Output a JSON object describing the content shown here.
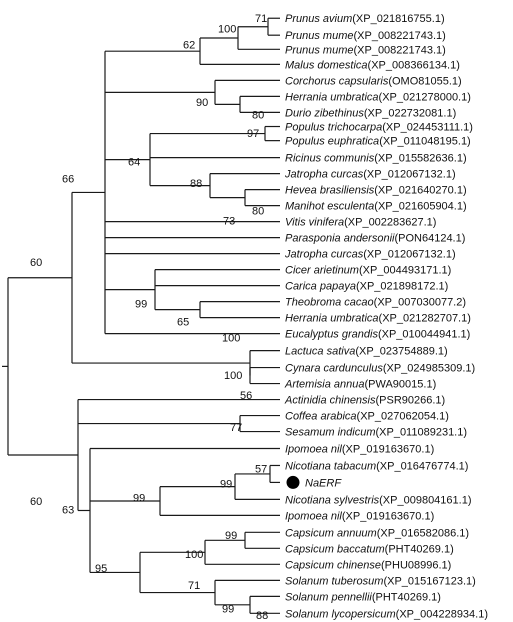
{
  "tips": [
    {
      "species": "Prunus avium",
      "accession": "(XP_021816755.1)"
    },
    {
      "species": "Prunus mume",
      "accession": "(XP_008221743.1)"
    },
    {
      "species": "Prunus mume",
      "accession": "(XP_008221743.1)"
    },
    {
      "species": "Malus domestica",
      "accession": "(XP_008366134.1)"
    },
    {
      "species": "Corchorus capsularis",
      "accession": "(OMO81055.1)"
    },
    {
      "species": "Herrania umbratica",
      "accession": "(XP_021278000.1)"
    },
    {
      "species": "Durio zibethinus",
      "accession": "(XP_022732081.1)"
    },
    {
      "species": "Populus trichocarpa",
      "accession": "(XP_024453111.1)"
    },
    {
      "species": "Populus euphratica",
      "accession": "(XP_011048195.1)"
    },
    {
      "species": "Ricinus communis",
      "accession": "(XP_015582636.1)"
    },
    {
      "species": "Jatropha curcas",
      "accession": "(XP_012067132.1)"
    },
    {
      "species": "Hevea brasiliensis",
      "accession": "(XP_021640270.1)"
    },
    {
      "species": "Manihot esculenta",
      "accession": "(XP_021605904.1)"
    },
    {
      "species": "Vitis vinifera",
      "accession": "(XP_002283627.1)"
    },
    {
      "species": "Parasponia andersonii",
      "accession": "(PON64124.1)"
    },
    {
      "species": "Jatropha curcas",
      "accession": "(XP_012067132.1)"
    },
    {
      "species": "Cicer arietinum",
      "accession": "(XP_004493171.1)"
    },
    {
      "species": "Carica papaya",
      "accession": "(XP_021898172.1)"
    },
    {
      "species": "Theobroma cacao",
      "accession": "(XP_007030077.2)"
    },
    {
      "species": "Herrania umbratica",
      "accession": "(XP_021282707.1)"
    },
    {
      "species": "Eucalyptus grandis",
      "accession": "(XP_010044941.1)"
    },
    {
      "species": "Lactuca sativa",
      "accession": "(XP_023754889.1)"
    },
    {
      "species": "Cynara cardunculus",
      "accession": "(XP_024985309.1)"
    },
    {
      "species": "Artemisia annua",
      "accession": "(PWA90015.1)"
    },
    {
      "species": "Actinidia chinensis",
      "accession": "(PSR90266.1)"
    },
    {
      "species": "Coffea arabica",
      "accession": "(XP_027062054.1)"
    },
    {
      "species": "Sesamum indicum",
      "accession": "(XP_011089231.1)"
    },
    {
      "species": "Ipomoea nil",
      "accession": "(XP_019163670.1)"
    },
    {
      "species": "Nicotiana tabacum",
      "accession": "(XP_016476774.1)"
    },
    {
      "species": "NaERF",
      "accession": "",
      "highlight": true
    },
    {
      "species": "Nicotiana sylvestris",
      "accession": "(XP_009804161.1)"
    },
    {
      "species": "Ipomoea nil",
      "accession": "(XP_019163670.1)"
    },
    {
      "species": "Capsicum annuum",
      "accession": "(XP_016582086.1)"
    },
    {
      "species": "Capsicum baccatum",
      "accession": "(PHT40269.1)"
    },
    {
      "species": "Capsicum chinense",
      "accession": "(PHU08996.1)"
    },
    {
      "species": "Solanum tuberosum",
      "accession": "(XP_015167123.1)"
    },
    {
      "species": "Solanum pennellii",
      "accession": "(PHT40269.1)"
    },
    {
      "species": "Solanum lycopersicum",
      "accession": "(XP_004228934.1)"
    }
  ],
  "support_values": [
    "71",
    "100",
    "62",
    "90",
    "80",
    "97",
    "64",
    "88",
    "73",
    "80",
    "66",
    "99",
    "65",
    "100",
    "60",
    "100",
    "56",
    "77",
    "60",
    "57",
    "99",
    "99",
    "63",
    "99",
    "100",
    "95",
    "71",
    "99",
    "88"
  ]
}
